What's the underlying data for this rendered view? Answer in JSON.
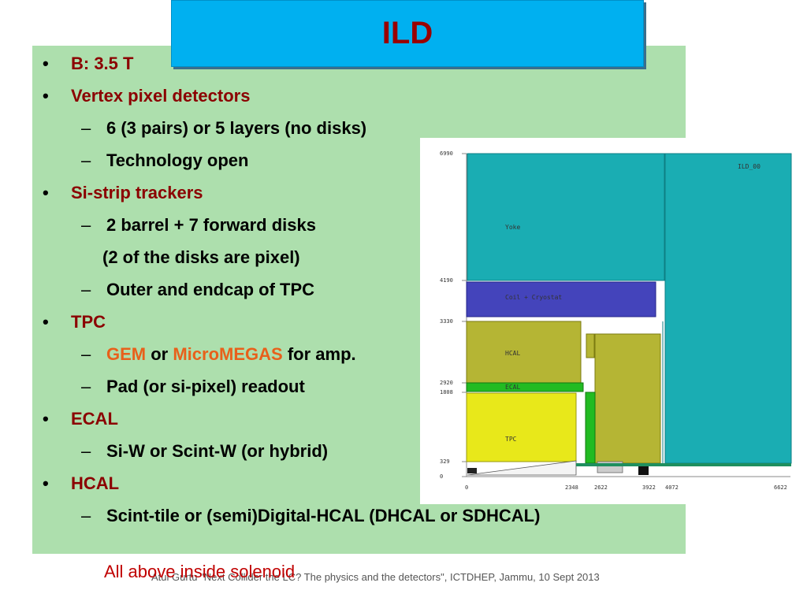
{
  "title": "ILD",
  "bullets": [
    {
      "level": 1,
      "text": "B: 3.5 T"
    },
    {
      "level": 1,
      "text": "Vertex pixel detectors"
    },
    {
      "level": 2,
      "text": "6 (3 pairs) or 5 layers (no disks)"
    },
    {
      "level": 2,
      "text": "Technology open"
    },
    {
      "level": 1,
      "text": "Si-strip trackers"
    },
    {
      "level": 2,
      "text": "2 barrel + 7 forward disks"
    },
    {
      "level": 3,
      "text": "(2 of the disks are pixel)"
    },
    {
      "level": 2,
      "text": "Outer and endcap of TPC"
    },
    {
      "level": 1,
      "text": "TPC"
    },
    {
      "level": 2,
      "parts": [
        {
          "text": "GEM",
          "orange": true
        },
        {
          "text": " or "
        },
        {
          "text": "MicroMEGAS",
          "orange": true
        },
        {
          "text": " for amp."
        }
      ]
    },
    {
      "level": 2,
      "text": "Pad (or si-pixel) readout"
    },
    {
      "level": 1,
      "text": "ECAL"
    },
    {
      "level": 2,
      "text": "Si-W or Scint-W (or hybrid)"
    },
    {
      "level": 1,
      "text": "HCAL"
    },
    {
      "level": 2,
      "text": "Scint-tile or (semi)Digital-HCAL (DHCAL or SDHCAL)"
    }
  ],
  "markers": {
    "level1": "•",
    "level2": "–"
  },
  "diagram": {
    "model_label": "ILD_00",
    "y_ticks": [
      "6990",
      "4190",
      "3330",
      "2920",
      "1808",
      "329",
      "0"
    ],
    "x_ticks": [
      "0",
      "2348",
      "2622",
      "3922",
      "4072",
      "6622"
    ],
    "regions": {
      "yoke": "Yoke",
      "coil": "Coil + Cryostat",
      "hcal": "HCAL",
      "ecal": "ECAL",
      "tpc": "TPC"
    }
  },
  "footer": {
    "note": "All above inside solenoid",
    "credit": "Atul Gurtu \"Next Collider the LC? The physics and the detectors\", ICTDHEP, Jammu, 10 Sept 2013"
  },
  "colors": {
    "title_bg": "#00b0f0",
    "title_text": "#990000",
    "content_bg": "#addfad",
    "yoke": "#1aadb3",
    "coil": "#4444bb",
    "hcal": "#b5b534",
    "ecal": "#22bb22",
    "tpc": "#e8e81a"
  }
}
